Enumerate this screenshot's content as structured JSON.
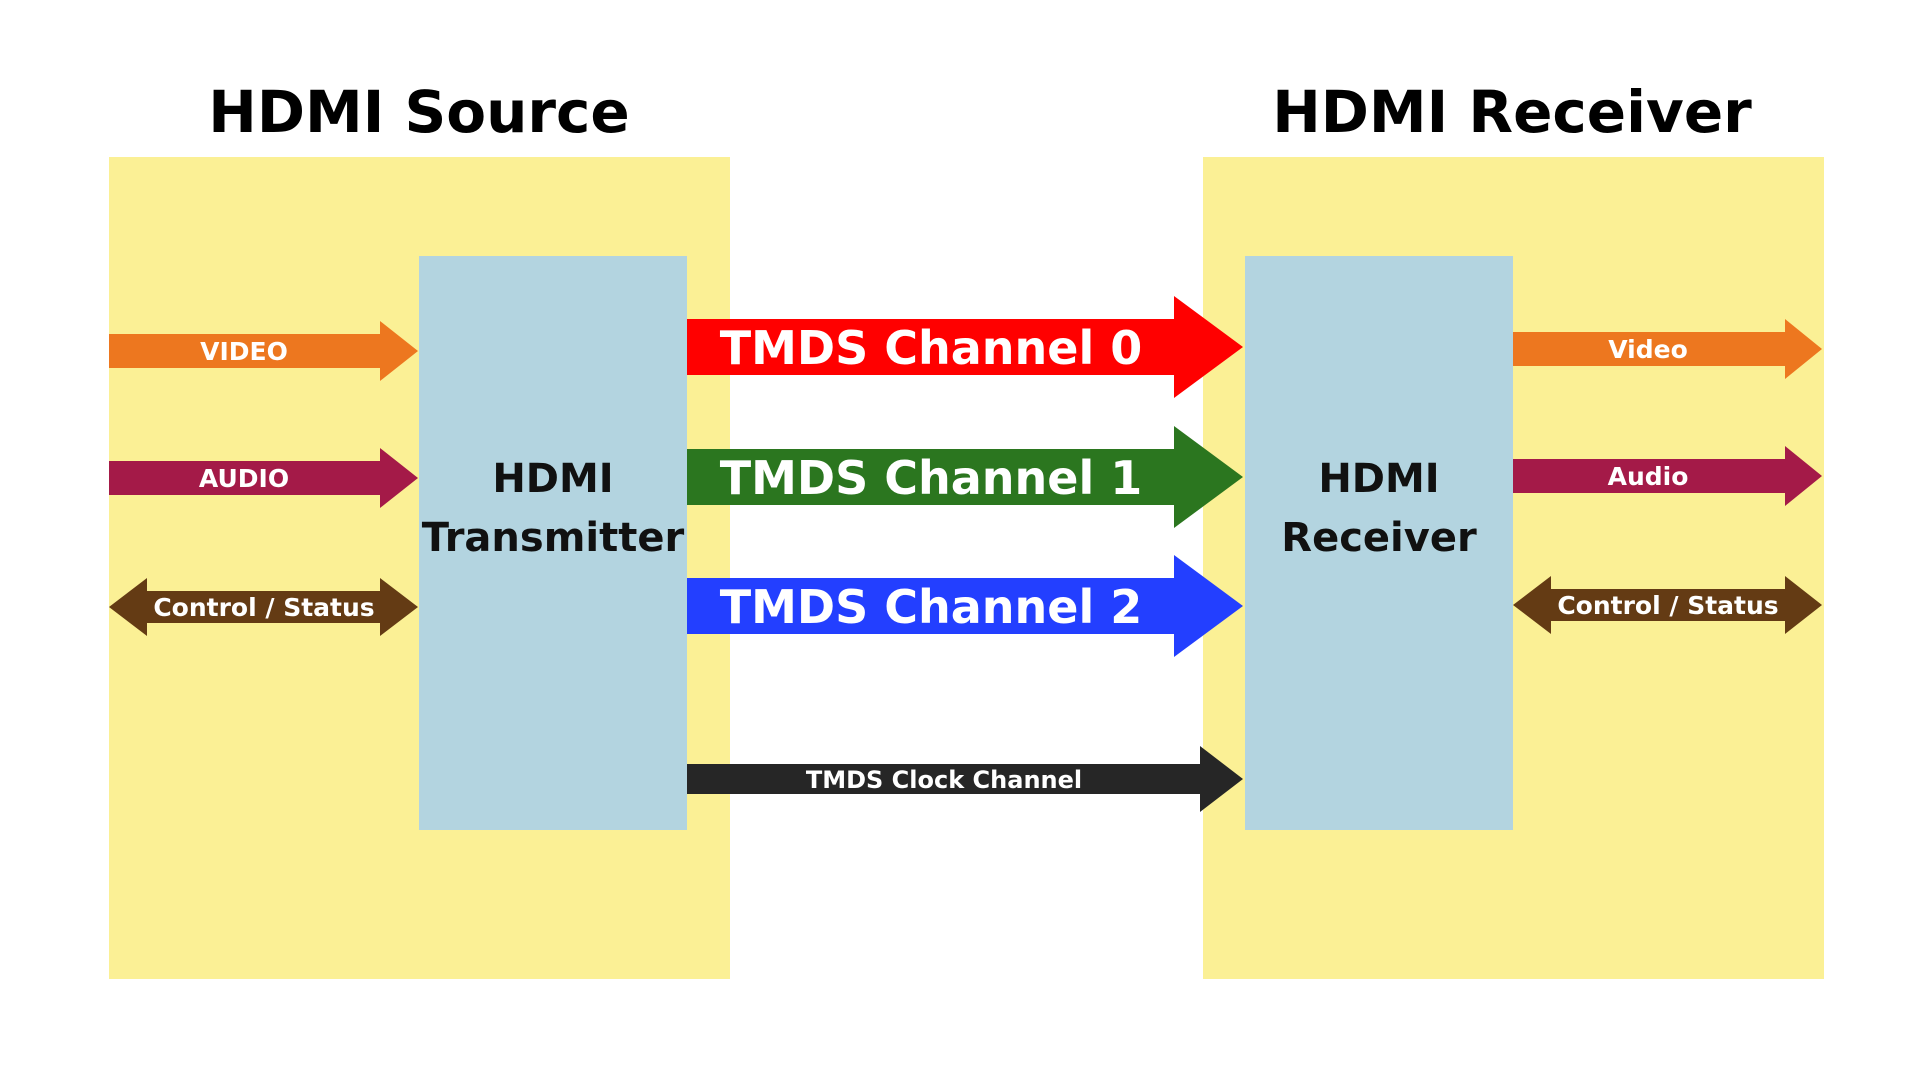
{
  "source": {
    "title": "HDMI Source",
    "transmitter_line1": "HDMI",
    "transmitter_line2": "Transmitter",
    "inputs": {
      "video": "VIDEO",
      "audio": "AUDIO",
      "control": "Control / Status"
    }
  },
  "receiver": {
    "title": "HDMI Receiver",
    "receiver_line1": "HDMI",
    "receiver_line2": "Receiver",
    "outputs": {
      "video": "Video",
      "audio": "Audio",
      "control": "Control / Status"
    }
  },
  "channels": {
    "ch0": "TMDS Channel 0",
    "ch1": "TMDS Channel 1",
    "ch2": "TMDS Channel 2",
    "clock": "TMDS Clock Channel"
  },
  "colors": {
    "panel": "#fbf095",
    "block": "#b3d4e0",
    "video": "#ed771f",
    "audio": "#a41a48",
    "control": "#643b14",
    "ch0": "#ff0000",
    "ch1": "#2b761f",
    "ch2": "#233fff",
    "clock": "#262626"
  }
}
